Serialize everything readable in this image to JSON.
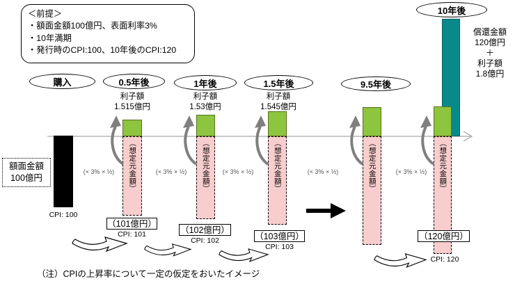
{
  "premise": {
    "title": "＜前提＞",
    "lines": [
      "・額面金額100億円、表面利率3%",
      "・10年満期",
      "・発行時のCPI:100、10年後のCPI:120"
    ]
  },
  "face_value": {
    "line1": "額面金額",
    "line2": "100億円",
    "cpi": "CPI: 100"
  },
  "principal_label": "（想定元金額）",
  "rate_note": "(× 3% × ½)",
  "stages": [
    {
      "label": "購入"
    },
    {
      "label": "0.5年後",
      "interest_title": "利子額",
      "interest_value": "1.515億円",
      "amount": "（101億円）",
      "cpi": "CPI: 101"
    },
    {
      "label": "1年後",
      "interest_title": "利子額",
      "interest_value": "1.53億円",
      "amount": "（102億円）",
      "cpi": "CPI: 102"
    },
    {
      "label": "1.5年後",
      "interest_title": "利子額",
      "interest_value": "1.545億円",
      "amount": "（103億円）",
      "cpi": "CPI: 103"
    },
    {
      "label": "9.5年後"
    },
    {
      "label": "10年後",
      "amount": "（120億円）",
      "cpi": "CPI: 120"
    }
  ],
  "redemption": {
    "lines": [
      "償還金額",
      "120億円",
      "＋",
      "利子額",
      "1.8億円"
    ]
  },
  "note": "（注）CPIの上昇率について一定の仮定をおいたイメージ",
  "colors": {
    "green": "#8dc53e",
    "teal": "#088a8a",
    "pink": "#f8cdcd",
    "bar_black": "#000000",
    "axis_gray": "#a6a6a6"
  }
}
